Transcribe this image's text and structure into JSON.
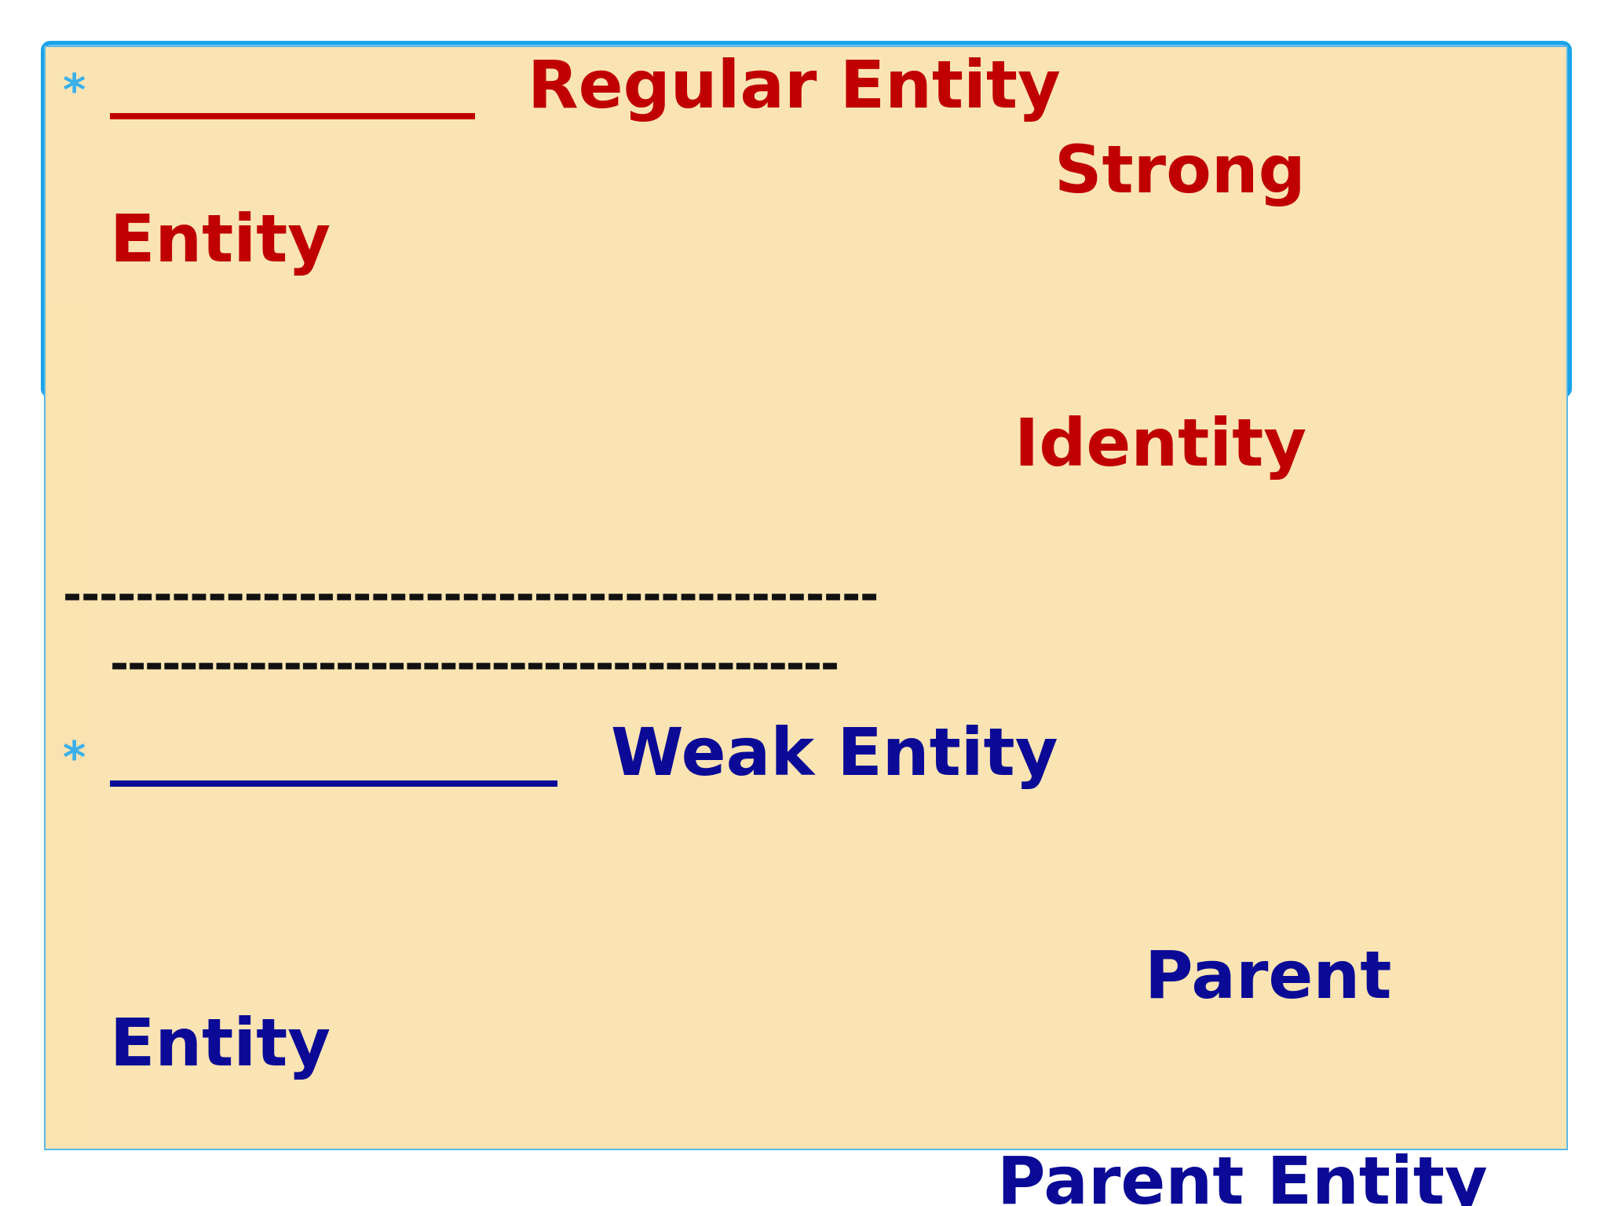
{
  "bullets": {
    "first": "*",
    "second": "*"
  },
  "section_strong": {
    "heading": "Regular Entity",
    "line2": "Strong",
    "line3": "Entity",
    "line4": "Identity"
  },
  "divider": {
    "line1": "---------------------------------------------",
    "line2": "------------------------------------------"
  },
  "section_weak": {
    "heading": "Weak Entity",
    "line2": "Parent",
    "line3": "Entity",
    "line4": "Parent Entity"
  },
  "colors": {
    "strong_text": "#c00000",
    "weak_text": "#0a0a96",
    "bullet": "#3ab0ea",
    "panel_background": "#fbe4b3",
    "frame_border": "#1aa3e8"
  }
}
